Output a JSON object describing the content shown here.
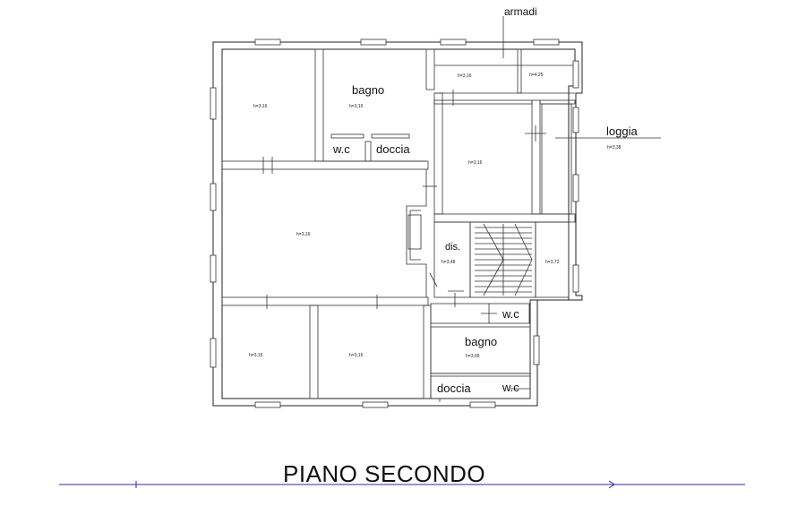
{
  "title": "PIANO SECONDO",
  "labels": {
    "armadi": "armadi",
    "bagno_top": "bagno",
    "wc_top": "w.c",
    "doccia_top": "doccia",
    "loggia": "loggia",
    "dis": "dis.",
    "wc_bottom": "w.c",
    "bagno_bottom": "bagno",
    "doccia_bottom": "doccia",
    "wc_bottom2": "w.c"
  },
  "heights": {
    "room_nw": "h=3,16",
    "bagno_top": "h=3,16",
    "corridor_top": "h=3,16",
    "armadi": "h=4,25",
    "loggia": "h=3,38",
    "room_e": "h=3,16",
    "living": "h=3,16",
    "dis": "h=3,48",
    "stair_e": "h=3,72",
    "room_sw": "h=3,16",
    "room_s": "h=3,16",
    "bagno_bottom": "h=3,09"
  },
  "colors": {
    "ink": "#222222",
    "line_blue": "#2a2aa8"
  }
}
